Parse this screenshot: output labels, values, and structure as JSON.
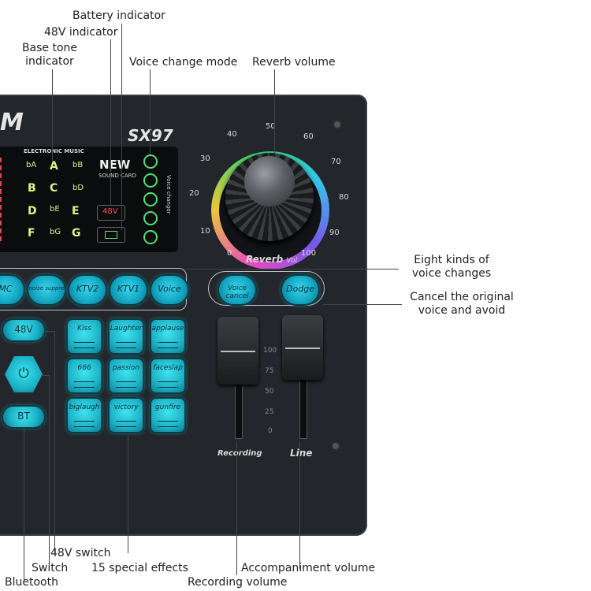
{
  "device": {
    "model": "SX97",
    "brand_fragment": "M",
    "screen_header": "ELECTRONIC MUSIC",
    "screen_new": "NEW",
    "screen_sound_card": "SOUND CARD",
    "voice_changer_label": "Voice changer",
    "indicator_48v": "48V",
    "reverb_label": "Reverb",
    "reverb_vol": "Vol",
    "dial_numbers": [
      "0",
      "10",
      "20",
      "30",
      "40",
      "50",
      "60",
      "70",
      "80",
      "90",
      "100"
    ],
    "notes": [
      "A",
      "B",
      "C",
      "D",
      "E",
      "F",
      "G"
    ],
    "flat_notes": [
      "bA",
      "bB",
      "bD",
      "bE",
      "bG"
    ],
    "voice_buttons": [
      "MC",
      "noise suppre",
      "KTV2",
      "KTV1",
      "Voice"
    ],
    "round_buttons": [
      "Voice cancel",
      "Dodge"
    ],
    "left_buttons": [
      "48V",
      "⏻",
      "BT"
    ],
    "effects": [
      "Kiss",
      "Laughter",
      "applause",
      "666",
      "passion",
      "faceslap",
      "biglaugh",
      "victory",
      "gunfire"
    ],
    "fader_scale": [
      "100",
      "75",
      "50",
      "25",
      "0"
    ],
    "fader_labels": [
      "Recording",
      "Line"
    ]
  },
  "callouts": {
    "battery": "Battery indicator",
    "v48": "48V indicator",
    "base_tone_1": "Base tone",
    "base_tone_2": "indicator",
    "voice_mode": "Voice change mode",
    "reverb_volume": "Reverb volume",
    "eight_1": "Eight kinds of",
    "eight_2": "voice changes",
    "cancel_1": "Cancel the original",
    "cancel_2": "voice and avoid",
    "switch_48v": "48V switch",
    "switch": "Switch",
    "special": "15 special effects",
    "accompaniment": "Accompaniment volume",
    "bluetooth": "Bluetooth",
    "recording": "Recording volume"
  }
}
